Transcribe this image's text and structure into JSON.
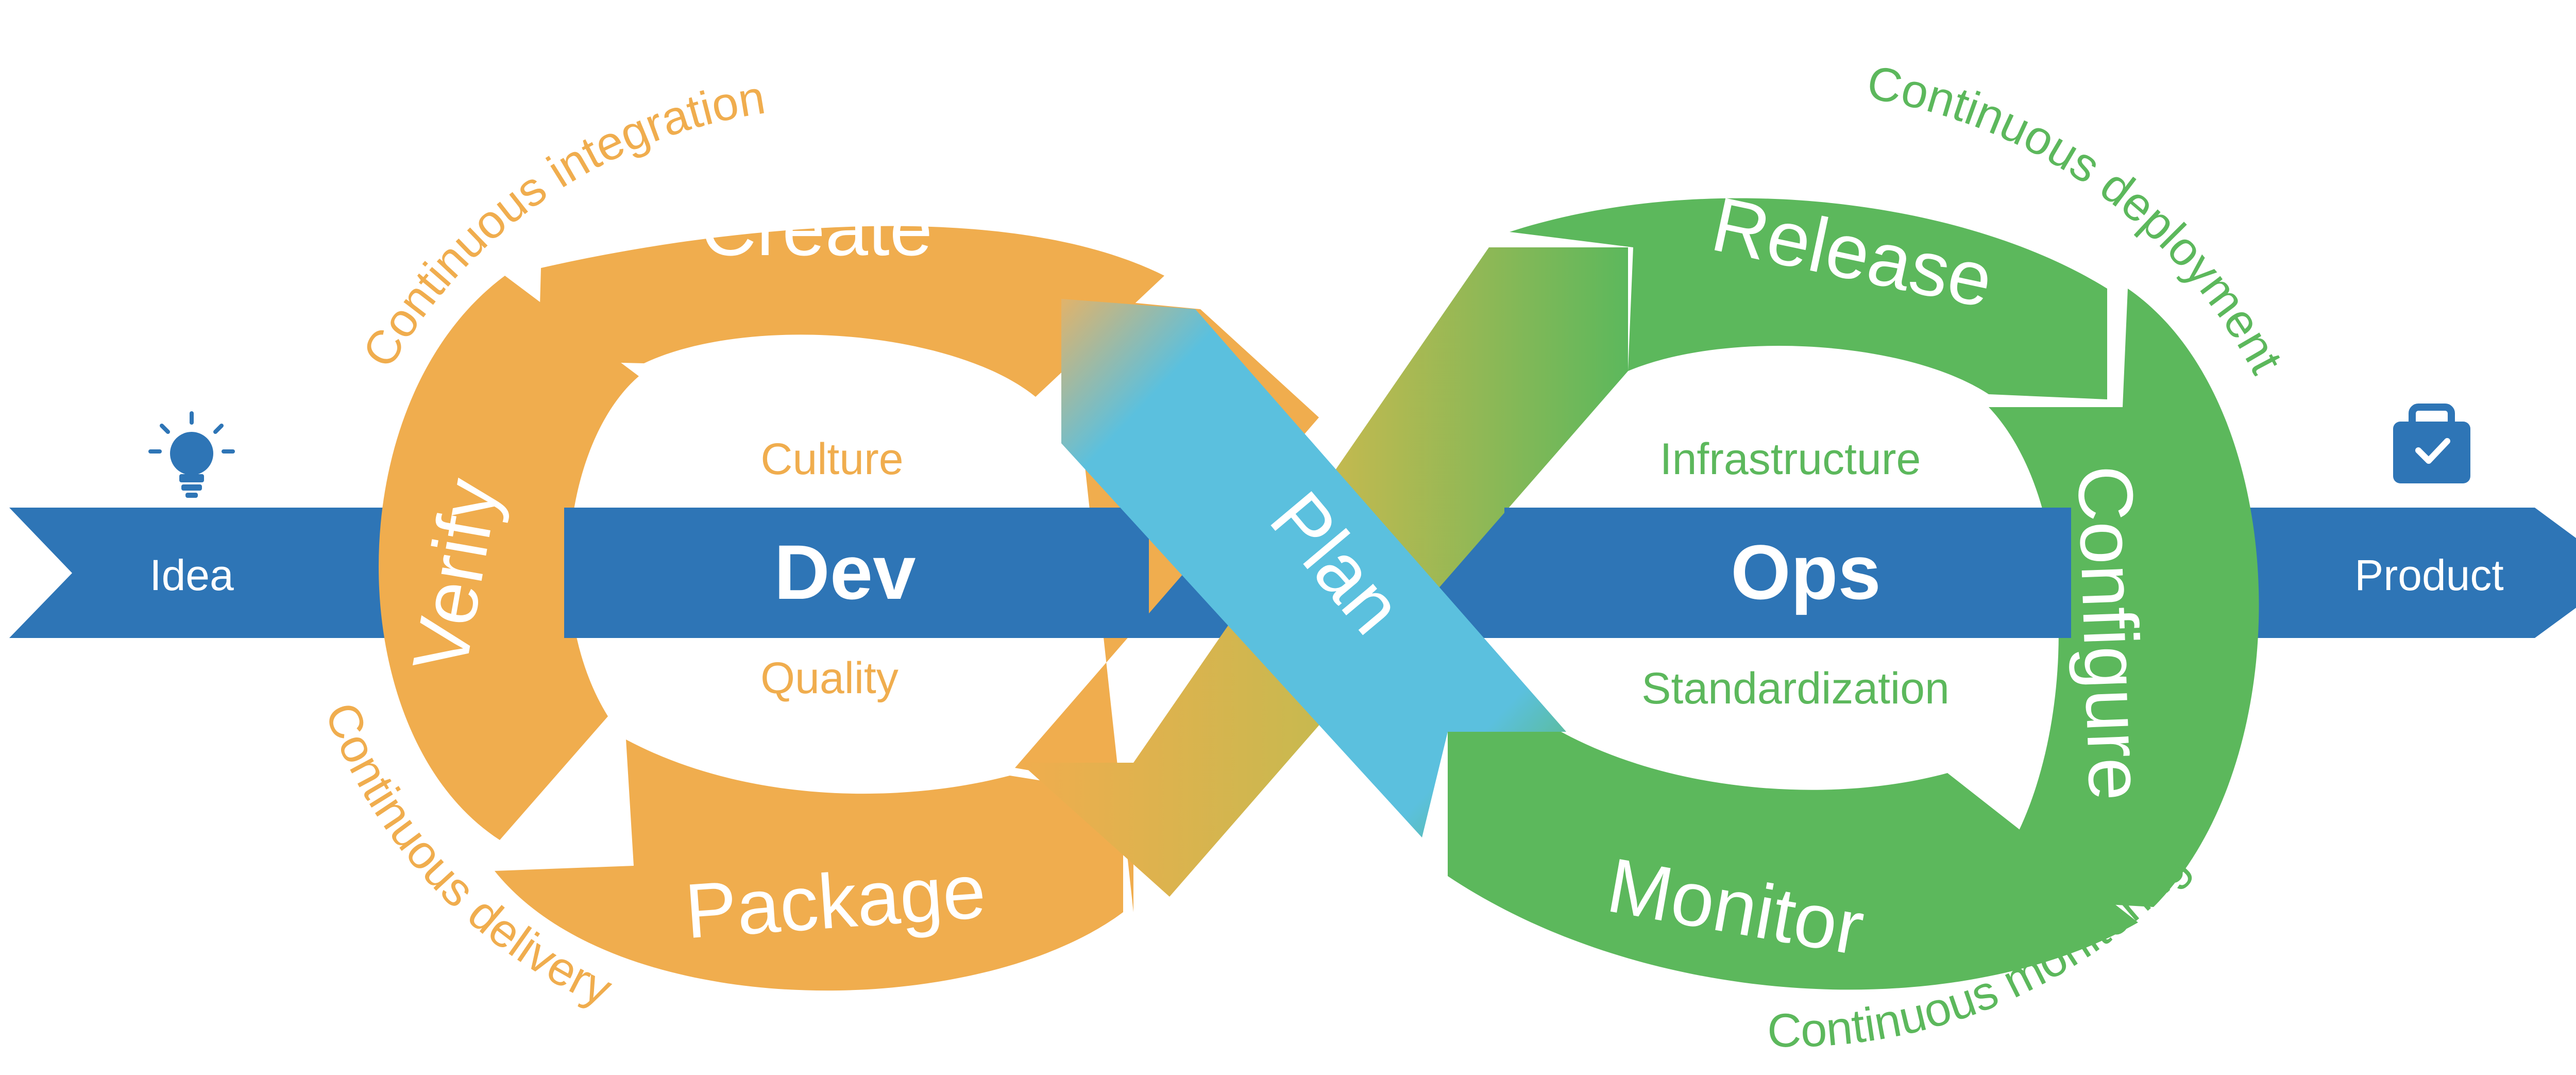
{
  "colors": {
    "dev": "#F0AD4E",
    "ops": "#5CB85C",
    "plan": "#5BC0DE",
    "arrow": "#2E75B6",
    "white": "#FFFFFF"
  },
  "icons": {
    "idea": "lightbulb-icon",
    "product": "briefcase-check-icon"
  },
  "arrow": {
    "start_label": "Idea",
    "end_label": "Product"
  },
  "dev": {
    "title": "Dev",
    "top_value": "Culture",
    "bottom_value": "Quality",
    "stages": {
      "create": "Create",
      "verify": "Verify",
      "package": "Package"
    },
    "practices": {
      "integration": "Continuous integration",
      "delivery": "Continuous delivery"
    }
  },
  "ops": {
    "title": "Ops",
    "top_value": "Infrastructure",
    "bottom_value": "Standardization",
    "stages": {
      "release": "Release",
      "configure": "Configure",
      "monitor": "Monitor"
    },
    "practices": {
      "deployment": "Continuous deployment",
      "monitoring": "Continuous monitoring"
    }
  },
  "plan": {
    "label": "Plan"
  }
}
